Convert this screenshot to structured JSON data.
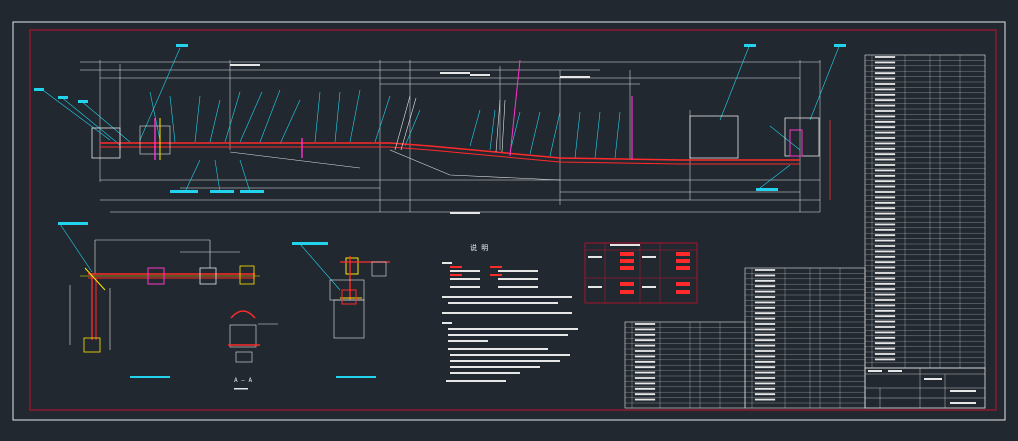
{
  "theme": {
    "background": "#212830",
    "frame_white": "#e6e6e6",
    "frame_red": "#c8102e",
    "cyan": "#22d3ee",
    "red": "#ff2a2a",
    "magenta": "#ff33cc",
    "yellow": "#ffe600",
    "white": "#f2f2f2"
  },
  "labels": {
    "notes_title": "说 明",
    "section_a": "A — A"
  },
  "icons": {
    "conveyor_profile": "conveyor-elevation-drawing",
    "plan_view": "plan-detail-drawing",
    "section_view": "section-detail-drawing",
    "bracket_view": "bracket-detail-drawing",
    "notes": "notes-text-block",
    "legend": "legend-table",
    "bom": "bill-of-materials-tables",
    "title_block": "title-block"
  }
}
